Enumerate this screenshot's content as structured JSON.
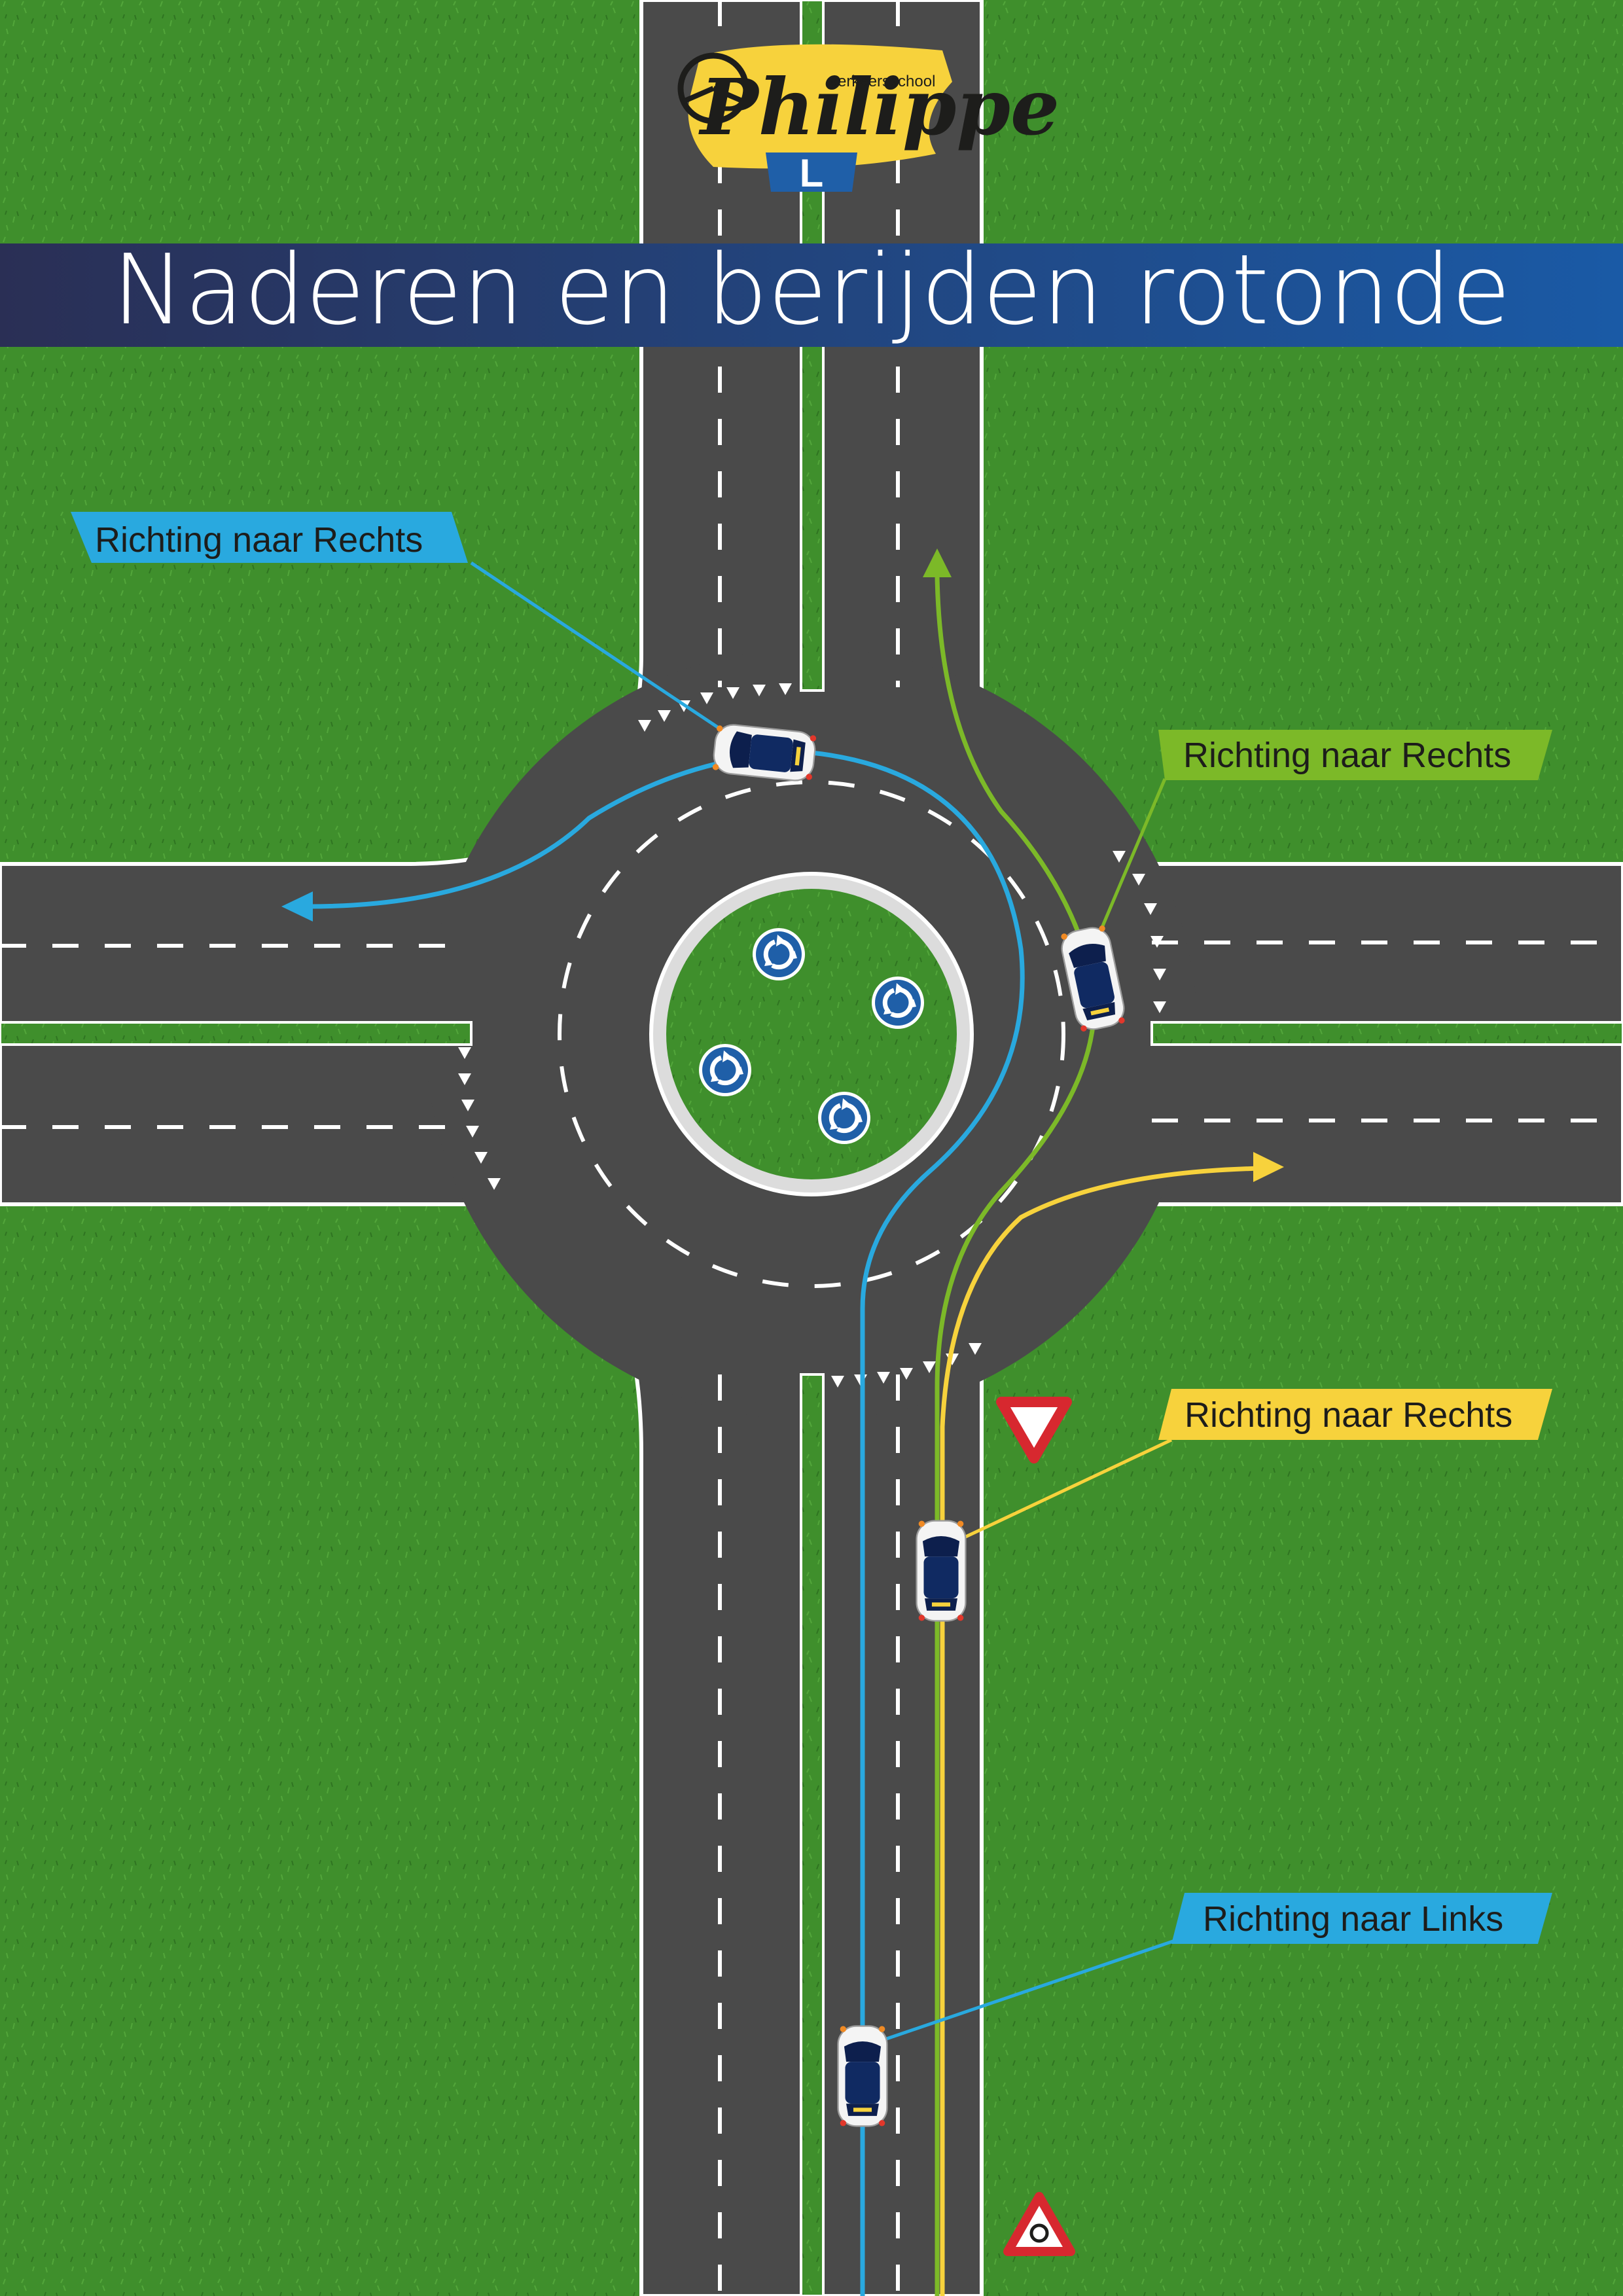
{
  "title": "Naderen en berijden rotonde",
  "logo": {
    "name": "Philippe",
    "subtitle": "verkeersschool",
    "badge": "L",
    "colors": {
      "yellow": "#f7d23c",
      "blue": "#1f5fa8",
      "dark": "#1d1d1b"
    }
  },
  "callouts": [
    {
      "id": "top-left",
      "text": "Richting naar Rechts",
      "color": "#29a9df"
    },
    {
      "id": "right-upper",
      "text": "Richting naar Rechts",
      "color": "#7cb928"
    },
    {
      "id": "right-middle",
      "text": "Richting naar Rechts",
      "color": "#f7d23c"
    },
    {
      "id": "right-lower",
      "text": "Richting naar Links",
      "color": "#29a9df"
    }
  ],
  "colors": {
    "grass": "#3f8f2c",
    "road": "#4a4a4a",
    "title_band_start": "#2a2f55",
    "title_band_end": "#1a5aa6",
    "route_blue": "#29a9df",
    "route_green": "#7cb928",
    "route_yellow": "#f7d23c",
    "sign_red": "#d7282f"
  },
  "icons": {
    "roundabout_sign": "roundabout-mandatory-sign-icon",
    "yield_sign": "yield-sign-icon",
    "warning_sign": "roundabout-warning-sign-icon",
    "car": "car-icon",
    "arrow": "arrowhead-icon"
  }
}
